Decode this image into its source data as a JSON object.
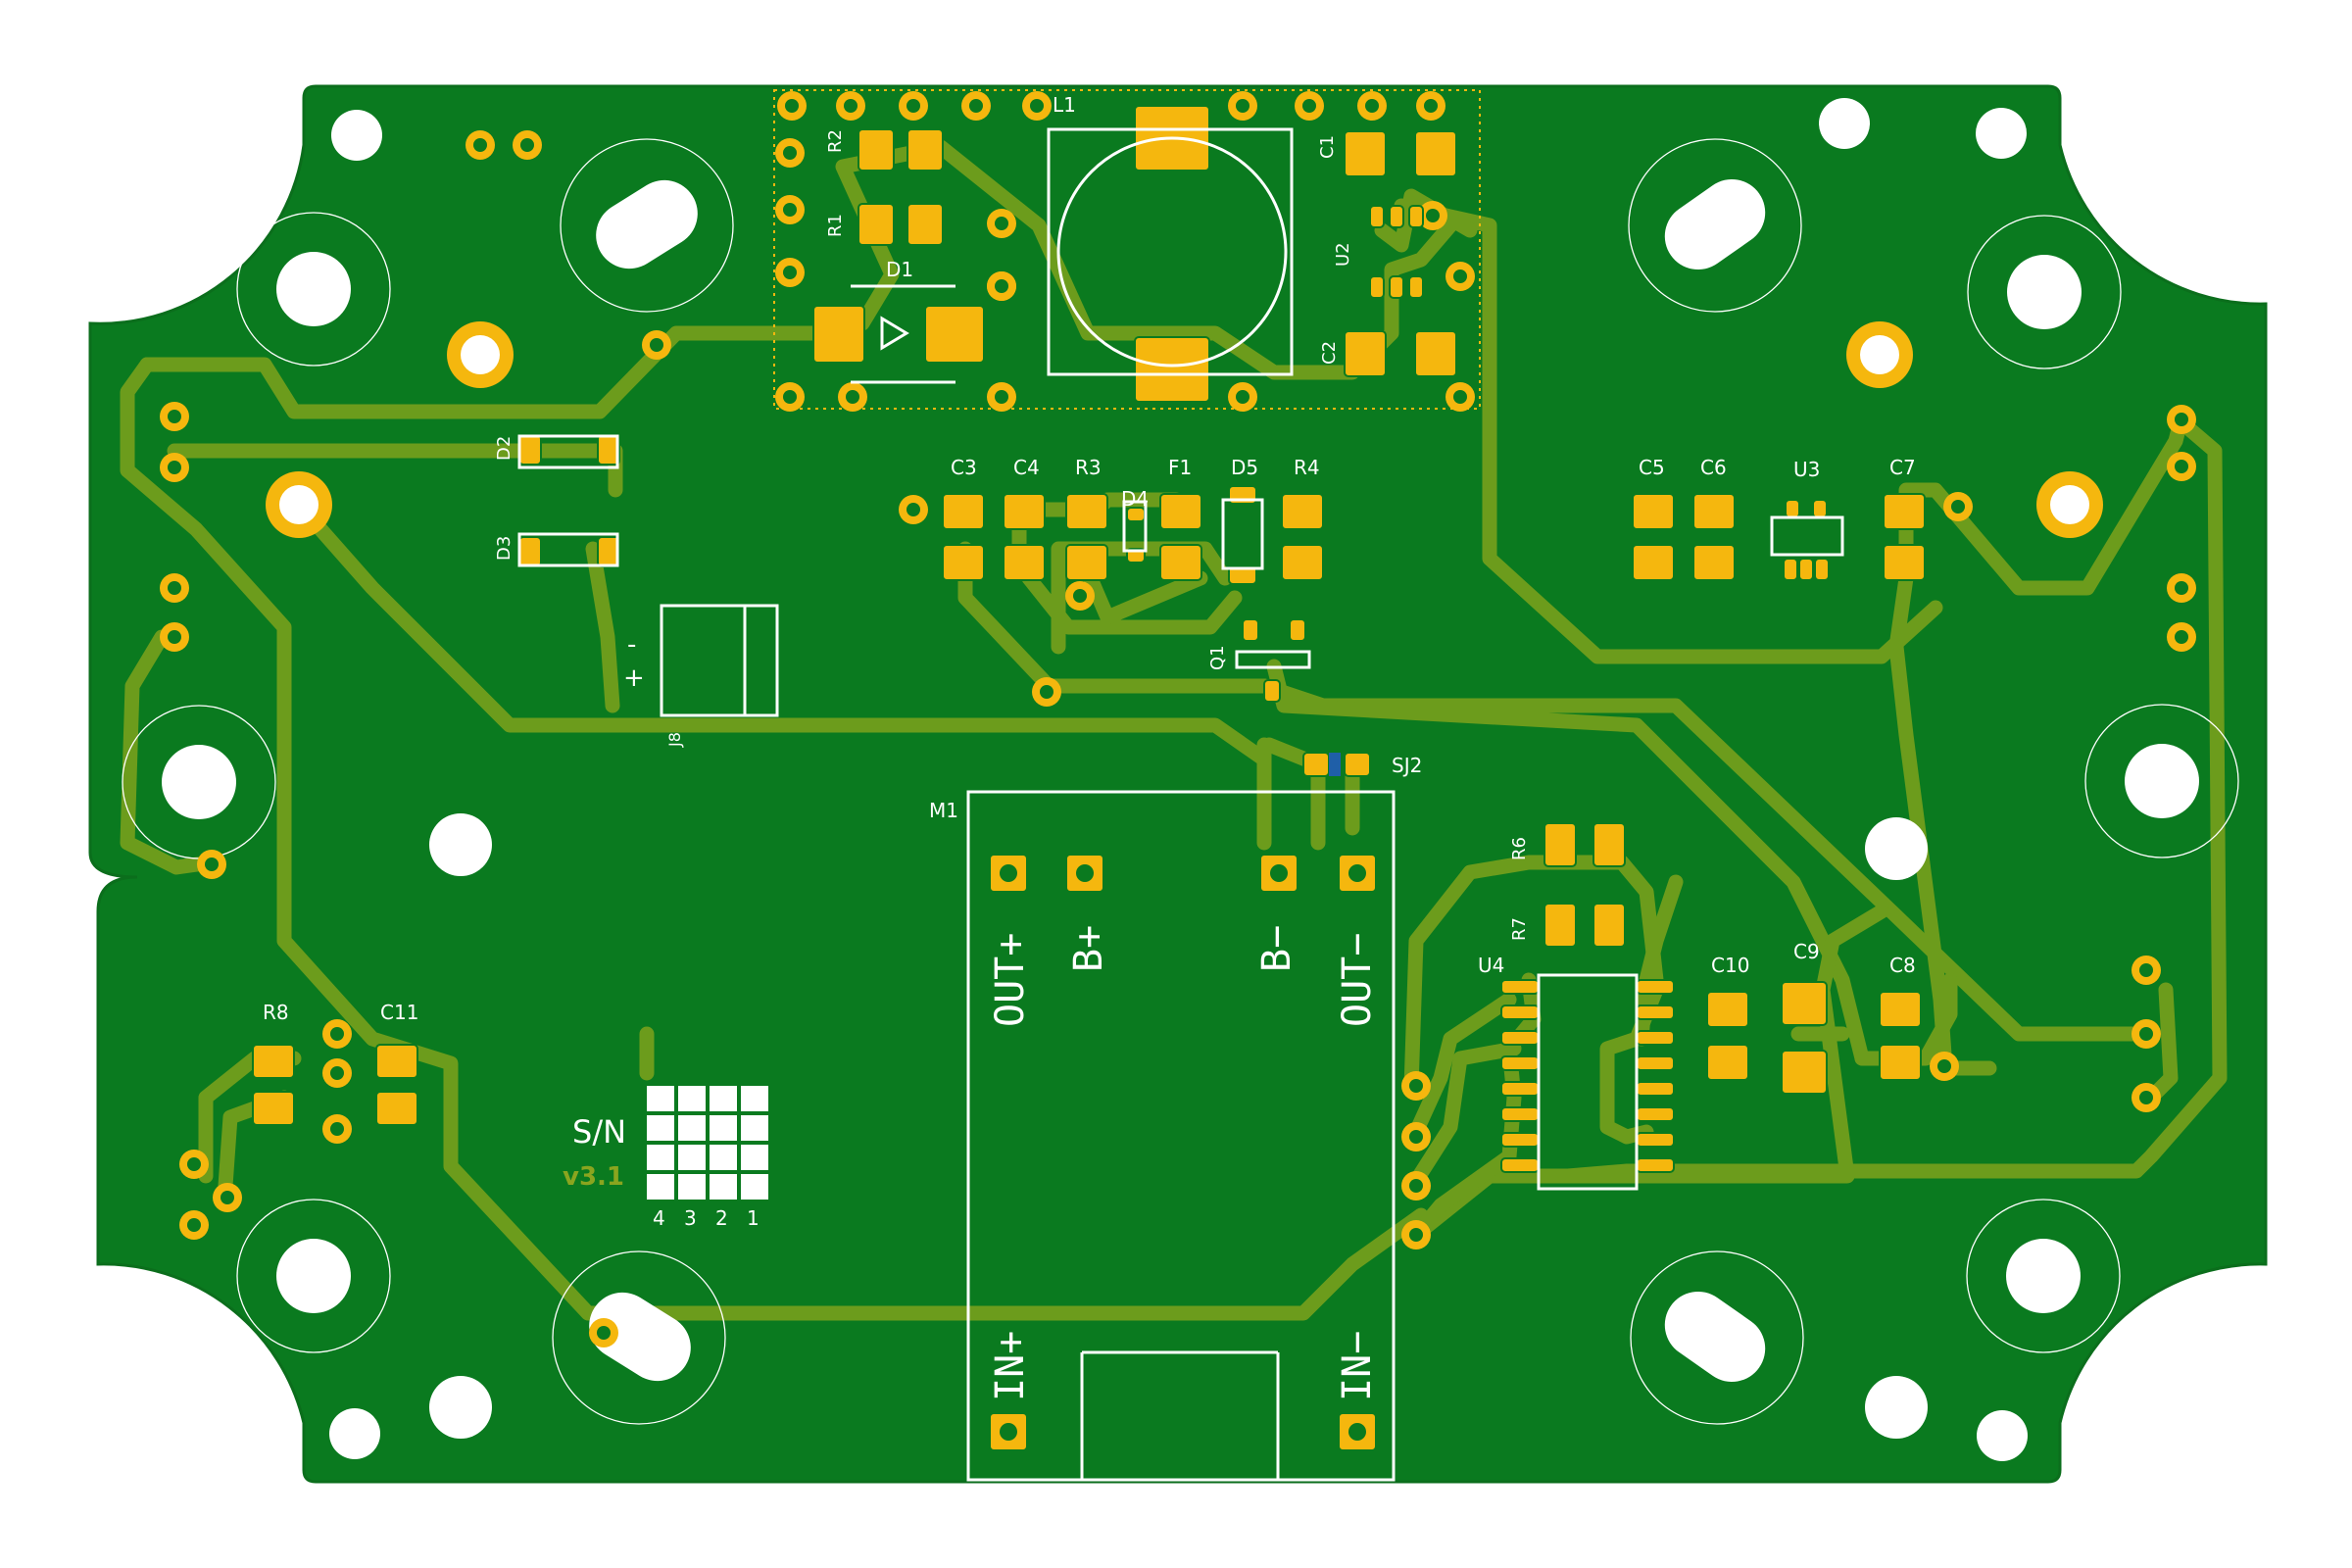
{
  "colors": {
    "board": "#0a7a1f",
    "board_edge": "#0b6e1c",
    "trace": "#6c9c1c",
    "pad": "#f5b70e",
    "silkscreen": "#ffffff",
    "hole": "#ffffff",
    "version": "#8aa51f",
    "solder_jumper_blue": "#1f5fa8"
  },
  "labels": {
    "l1": "L1",
    "r2": "R2",
    "r1": "R1",
    "d1": "D1",
    "c1": "C1",
    "u2": "U2",
    "c2": "C2",
    "d2": "D2",
    "d3": "D3",
    "j8": "J8",
    "c3": "C3",
    "c4": "C4",
    "r3": "R3",
    "d4": "D4",
    "f1": "F1",
    "d5": "D5",
    "r4": "R4",
    "q1": "Q1",
    "c5": "C5",
    "c6": "C6",
    "u3": "U3",
    "c7": "C7",
    "sj2": "SJ2",
    "m1": "M1",
    "r6": "R6",
    "r7": "R7",
    "u4": "U4",
    "c10": "C10",
    "c9": "C9",
    "c8": "C8",
    "r8": "R8",
    "c11": "C11",
    "sn": "S/N",
    "version": "v3.1",
    "sn_digits": [
      "4",
      "3",
      "2",
      "1"
    ],
    "j8_minus": "-",
    "j8_plus": "+"
  },
  "module": {
    "out_plus": "OUT+",
    "b_plus": "B+",
    "b_minus": "B−",
    "out_minus": "OUT−",
    "in_plus": "IN+",
    "in_minus": "IN−"
  }
}
